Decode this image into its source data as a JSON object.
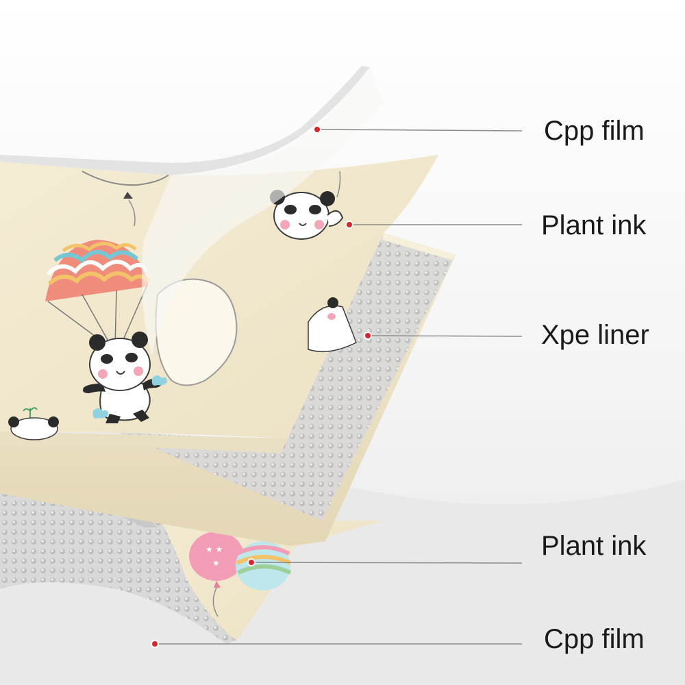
{
  "colors": {
    "leader_line": "#8a8a8a",
    "dot": "#d4272b",
    "background": "#ffffff",
    "print_base": "#f1e8cf",
    "foam": "#d6d6d6",
    "text": "#1a1a1a"
  },
  "layers": [
    {
      "id": "cpp-film-top",
      "label": "Cpp film"
    },
    {
      "id": "plant-ink-top",
      "label": "Plant ink"
    },
    {
      "id": "xpe-liner",
      "label": "Xpe liner"
    },
    {
      "id": "plant-ink-bottom",
      "label": "Plant ink"
    },
    {
      "id": "cpp-film-bottom",
      "label": "Cpp film"
    }
  ],
  "icons": [
    "panda-icon",
    "parachute-icon",
    "balloon-icon"
  ]
}
